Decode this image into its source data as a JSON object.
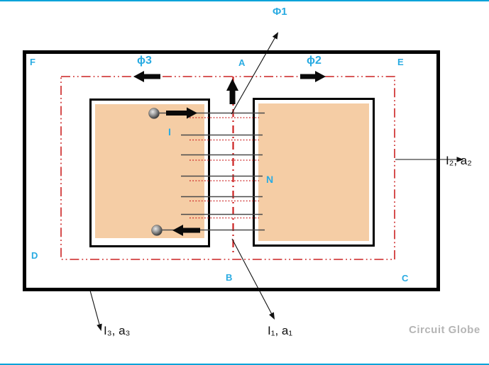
{
  "diagram": {
    "flux_labels": {
      "phi1": "Φ1",
      "phi2": "ϕ2",
      "phi3": "ϕ3"
    },
    "corner_labels": {
      "a": "A",
      "b": "B",
      "c": "C",
      "d": "D",
      "e": "E",
      "f": "F"
    },
    "winding_labels": {
      "current": "I",
      "turns": "N"
    },
    "terminal_labels": {
      "i1": "I₁, a₁",
      "i2": "I₂, a₂",
      "i3": "I₃, a₃"
    },
    "colors": {
      "label_cyan": "#29abe2",
      "flux_path_red": "#cc2222",
      "core_black": "#000000",
      "window_fill": "#f5cda5",
      "watermark_gray": "#b5b5b5",
      "page_edge_blue": "#00a3d9"
    },
    "watermark": "Circuit Globe"
  }
}
